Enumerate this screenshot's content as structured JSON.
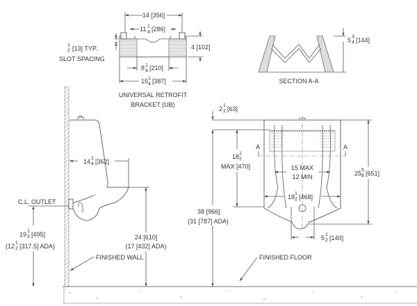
{
  "bracket": {
    "dim_overall": "14 [356]",
    "dim_inner": {
      "whole": "11",
      "num": "1",
      "den": "4",
      "rest": "[286]"
    },
    "dim_height": "4 [102]",
    "slot": {
      "whole": "",
      "num": "1",
      "den": "2",
      "rest": "[13] TYP."
    },
    "slot_label": "SLOT SPACING",
    "dim_gap": {
      "whole": "8",
      "num": "1",
      "den": "4",
      "rest": "[210]"
    },
    "dim_width": {
      "whole": "15",
      "num": "1",
      "den": "4",
      "rest": "[387]"
    },
    "title_line1": "UNIVERSAL RETROFIT",
    "title_line2": "BRACKET (UB)"
  },
  "section": {
    "dim_height": {
      "whole": "5",
      "num": "3",
      "den": "4",
      "rest": "[144]"
    },
    "title": "SECTION A-A"
  },
  "side_view": {
    "dim_depth": {
      "whole": "14",
      "num": "1",
      "den": "4",
      "rest": "[362]"
    },
    "outlet_label": "C.L. OUTLET",
    "dim_outlet": {
      "whole": "19",
      "num": "1",
      "den": "2",
      "rest": "[495]"
    },
    "dim_outlet_ada": {
      "whole": "(12",
      "num": "1",
      "den": "2",
      "rest": "[317.5] ADA)"
    },
    "dim_rim": "24 [610]",
    "dim_rim_ada": "(17 [432] ADA)",
    "wall_label": "FINISHED WALL"
  },
  "front_view": {
    "dim_top": {
      "whole": "2",
      "num": "1",
      "den": "2",
      "rest": "[63]"
    },
    "dim_bracket": {
      "whole": "18",
      "num": "1",
      "den": "2",
      "rest": ""
    },
    "dim_bracket_2": "MAX [470]",
    "dim_mount": "38 [966]",
    "dim_mount_ada": "(31 [787] ADA)",
    "section_mark": "A",
    "spacing_max": "15 MAX",
    "spacing_min": "12 MIN",
    "dim_width": {
      "whole": "18",
      "num": "1",
      "den": "2",
      "rest": "[468]"
    },
    "dim_height": {
      "whole": "25",
      "num": "5",
      "den": "8",
      "rest": "[651]"
    },
    "dim_outlet": {
      "whole": "5",
      "num": "1",
      "den": "2",
      "rest": "[140]"
    },
    "floor_label": "FINISHED FLOOR"
  }
}
